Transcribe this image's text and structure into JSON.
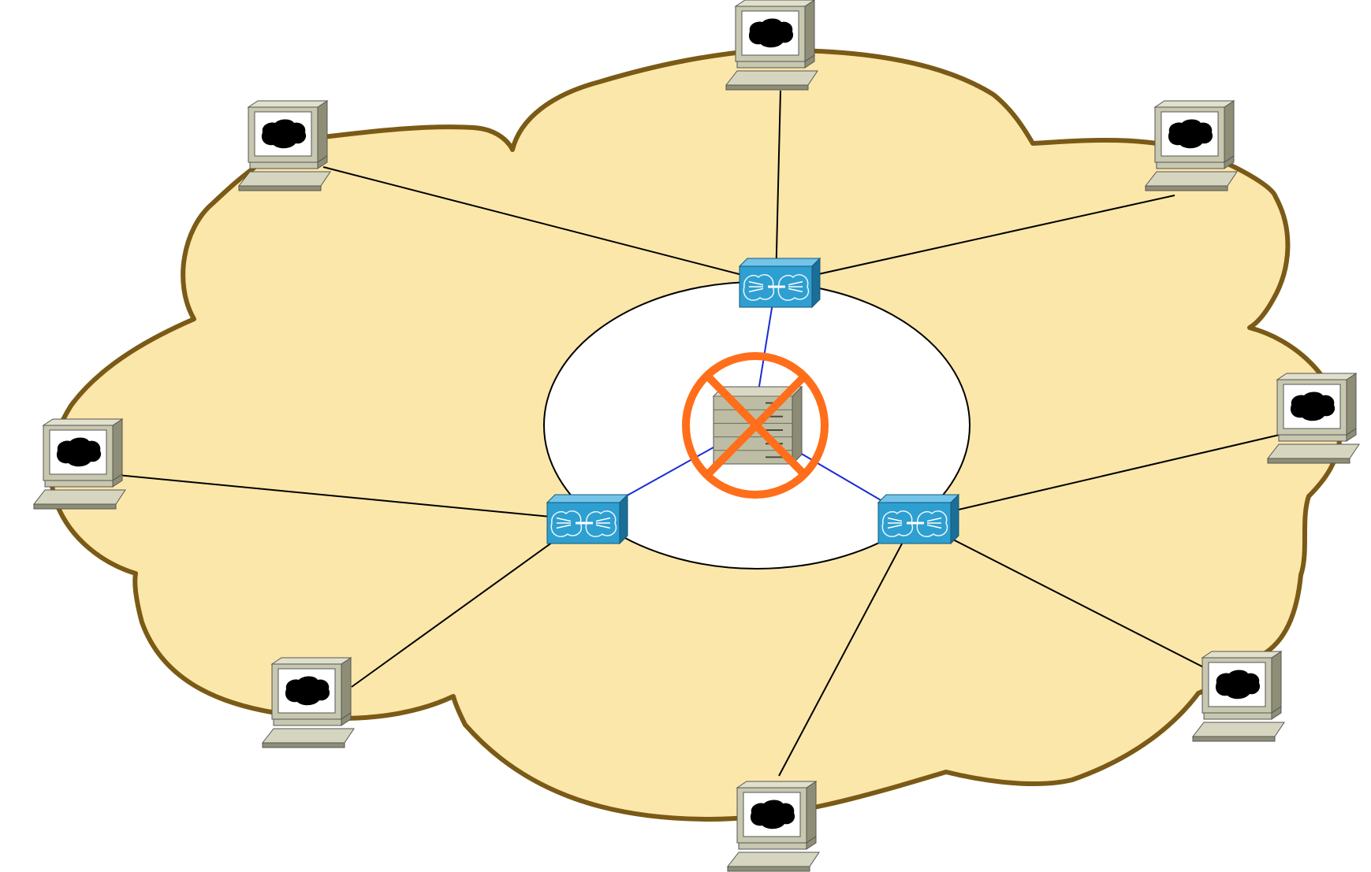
{
  "diagram": {
    "colors": {
      "cloud_fill": "#FCE7AA",
      "cloud_stroke": "#7A5A16",
      "center_zone_fill": "#FFFFFF",
      "center_zone_stroke": "#000000",
      "access_link": "#000000",
      "core_link": "#1A2BD6",
      "switch_body": "#2E9FD1",
      "switch_shade": "#1A6E97",
      "switch_top": "#73C4E8",
      "server_body": "#BDBDA5",
      "server_shade": "#8C8C74",
      "computer_body": "#C8C8B0",
      "computer_shade": "#8E8E76",
      "fail_marker": "#FF6E1A"
    },
    "nodes": {
      "computers": [
        {
          "id": "pc-top",
          "icon": "desktop-computer-icon"
        },
        {
          "id": "pc-upper-left",
          "icon": "desktop-computer-icon"
        },
        {
          "id": "pc-upper-right",
          "icon": "desktop-computer-icon"
        },
        {
          "id": "pc-left",
          "icon": "desktop-computer-icon"
        },
        {
          "id": "pc-right",
          "icon": "desktop-computer-icon"
        },
        {
          "id": "pc-lower-left",
          "icon": "desktop-computer-icon"
        },
        {
          "id": "pc-lower-right",
          "icon": "desktop-computer-icon"
        },
        {
          "id": "pc-bottom",
          "icon": "desktop-computer-icon"
        }
      ],
      "switches": [
        {
          "id": "switch-top",
          "icon": "workgroup-switch-icon"
        },
        {
          "id": "switch-left",
          "icon": "workgroup-switch-icon"
        },
        {
          "id": "switch-right",
          "icon": "workgroup-switch-icon"
        }
      ],
      "core": {
        "id": "central-server",
        "icon": "server-icon",
        "status": "failed",
        "status_icon": "crossed-circle-icon"
      }
    },
    "links": [
      {
        "from": "pc-top",
        "to": "switch-top",
        "type": "access"
      },
      {
        "from": "pc-upper-left",
        "to": "switch-top",
        "type": "access"
      },
      {
        "from": "pc-upper-right",
        "to": "switch-top",
        "type": "access"
      },
      {
        "from": "pc-left",
        "to": "switch-left",
        "type": "access"
      },
      {
        "from": "pc-lower-left",
        "to": "switch-left",
        "type": "access"
      },
      {
        "from": "pc-right",
        "to": "switch-right",
        "type": "access"
      },
      {
        "from": "pc-lower-right",
        "to": "switch-right",
        "type": "access"
      },
      {
        "from": "pc-bottom",
        "to": "switch-right",
        "type": "access"
      },
      {
        "from": "switch-top",
        "to": "central-server",
        "type": "core"
      },
      {
        "from": "switch-left",
        "to": "central-server",
        "type": "core"
      },
      {
        "from": "switch-right",
        "to": "central-server",
        "type": "core"
      }
    ]
  }
}
